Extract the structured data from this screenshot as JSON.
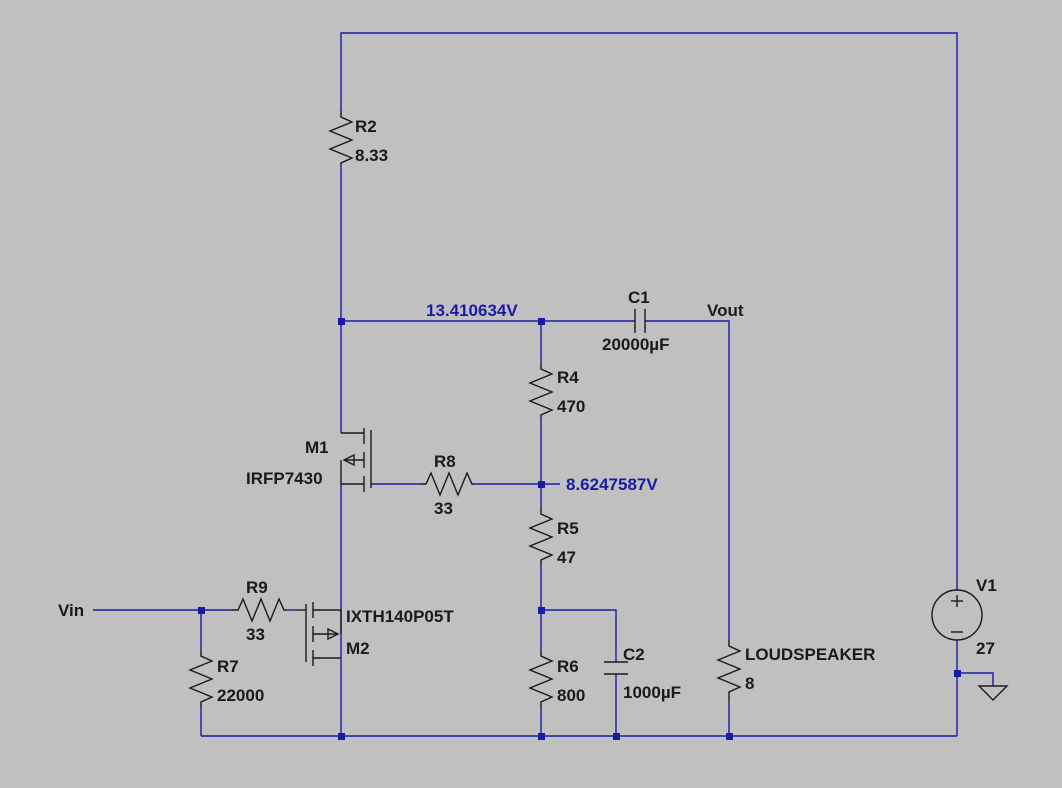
{
  "schematic": {
    "components": {
      "R2": {
        "ref": "R2",
        "value": "8.33"
      },
      "R4": {
        "ref": "R4",
        "value": "470"
      },
      "R5": {
        "ref": "R5",
        "value": "47"
      },
      "R6": {
        "ref": "R6",
        "value": "800"
      },
      "R7": {
        "ref": "R7",
        "value": "22000"
      },
      "R8": {
        "ref": "R8",
        "value": "33"
      },
      "R9": {
        "ref": "R9",
        "value": "33"
      },
      "C1": {
        "ref": "C1",
        "value": "20000µF"
      },
      "C2": {
        "ref": "C2",
        "value": "1000µF"
      },
      "M1": {
        "ref": "M1",
        "model": "IRFP7430"
      },
      "M2": {
        "ref": "M2",
        "model": "IXTH140P05T"
      },
      "V1": {
        "ref": "V1",
        "value": "27"
      },
      "SPK": {
        "ref": "LOUDSPEAKER",
        "value": "8"
      }
    },
    "net_labels": {
      "vout": "Vout",
      "vin": "Vin"
    },
    "node_voltages": {
      "drain_node": "13.410634V",
      "divider_node": "8.6247587V"
    },
    "colors": {
      "background": "#c0c0c0",
      "wire": "#1a1aa8",
      "component": "#1a1a1a",
      "voltage_text": "#1a1aa8"
    }
  }
}
